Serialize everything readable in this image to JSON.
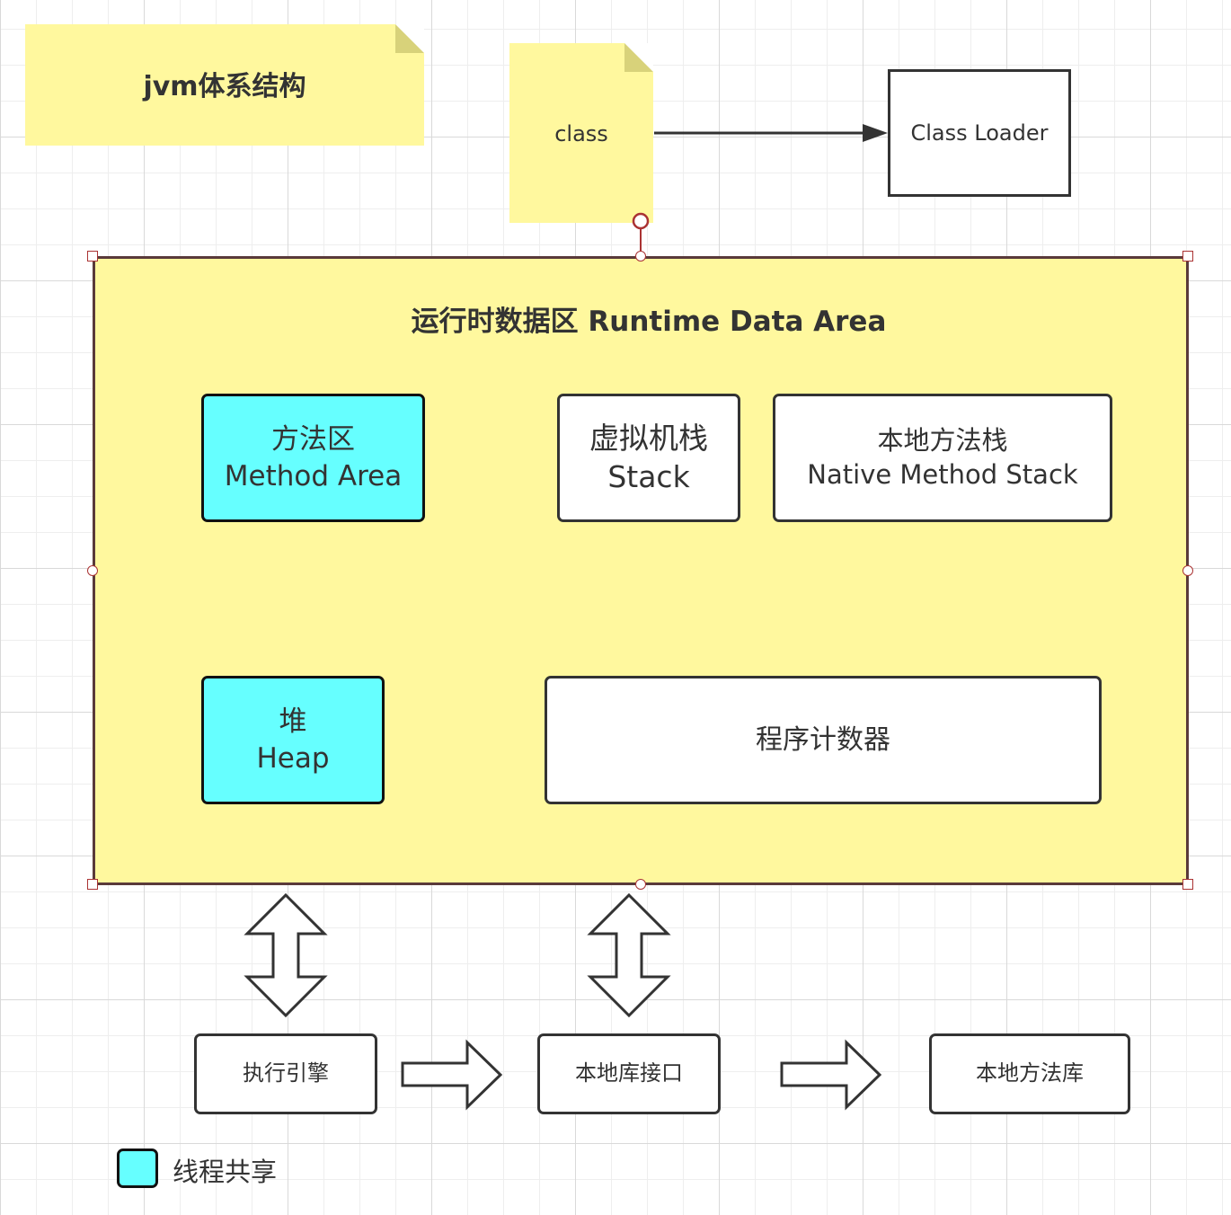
{
  "title_note": "jvm体系结构",
  "class_note": "class",
  "class_loader": "Class Loader",
  "runtime_area": {
    "title": "运行时数据区 Runtime Data Area",
    "method_area": {
      "zh": "方法区",
      "en": "Method Area"
    },
    "vm_stack": {
      "zh": "虚拟机栈",
      "en": "Stack"
    },
    "native_stack": {
      "zh": "本地方法栈",
      "en": "Native Method Stack"
    },
    "heap": {
      "zh": "堆",
      "en": "Heap"
    },
    "pc_register": "程序计数器"
  },
  "bottom": {
    "exec_engine": "执行引擎",
    "native_interface": "本地库接口",
    "native_library": "本地方法库"
  },
  "legend": {
    "label": "线程共享",
    "color": "#66ffff"
  },
  "colors": {
    "note": "#fff89e",
    "shared": "#66ffff",
    "border": "#333333"
  }
}
